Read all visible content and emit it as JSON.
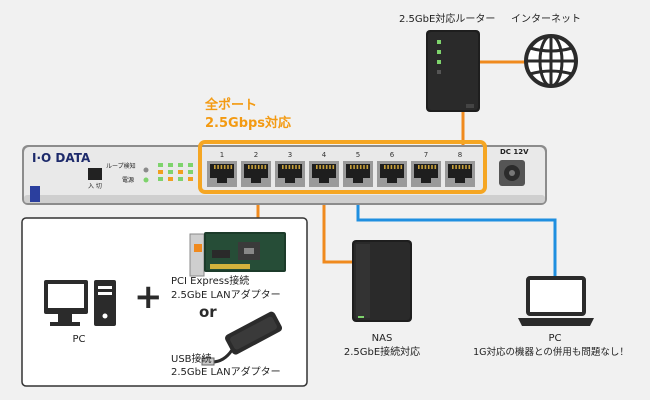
{
  "router": {
    "label": "2.5GbE対応ルーター",
    "internet_label": "インターネット"
  },
  "switch": {
    "brand": "I·O DATA",
    "headline_line1": "全ポート",
    "headline_line2": "2.5Gbps対応",
    "port_numbers": [
      "1",
      "2",
      "3",
      "4",
      "5",
      "6",
      "7",
      "8"
    ],
    "loop_detect_label": "ループ検知",
    "toggle_label": "入 切",
    "power_label": "電源",
    "dc_label": "DC 12V"
  },
  "pc_left": {
    "label": "PC",
    "pcie_line1": "PCI Express接続",
    "pcie_line2": "2.5GbE LANアダプター",
    "or_label": "or",
    "usb_line1": "USB接続",
    "usb_line2": "2.5GbE LANアダプター",
    "plus_symbol": "+"
  },
  "nas": {
    "line1": "NAS",
    "line2": "2.5GbE接続対応"
  },
  "pc_right": {
    "line1": "PC",
    "line2": "1G対応の機器との併用も問題なし！"
  },
  "colors": {
    "orange_link": "#f08a1e",
    "blue_link": "#1f8fe0",
    "highlight": "#f5a623",
    "device": "#2b2b2b"
  },
  "icons": [
    "globe-icon",
    "router-icon",
    "desktop-pc-icon",
    "nas-icon",
    "laptop-icon",
    "pcie-card-icon",
    "usb-adapter-icon"
  ]
}
